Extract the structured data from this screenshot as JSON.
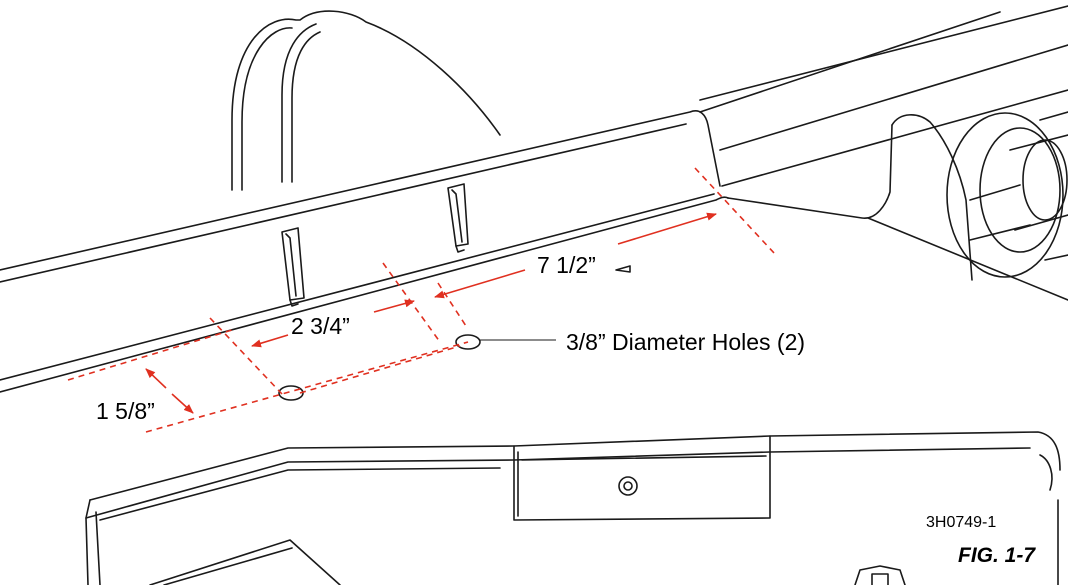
{
  "labels": {
    "dim_7_1_2": "7 1/2”",
    "dim_2_3_4": "2 3/4”",
    "dim_1_5_8": "1 5/8”",
    "holes_callout": "3/8” Diameter Holes (2)",
    "part_number": "3H0749-1",
    "figure": "FIG. 1-7"
  },
  "colors": {
    "line": "#1a1a1a",
    "dimension": "#e03020",
    "background": "#ffffff"
  }
}
